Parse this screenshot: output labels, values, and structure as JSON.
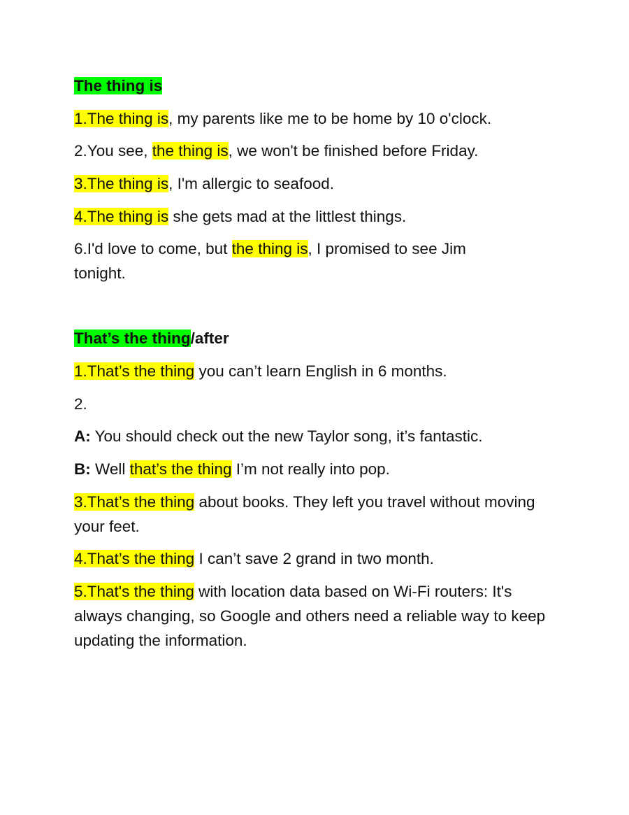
{
  "section1": {
    "heading": "The thing is",
    "items": [
      {
        "hl": "1.The thing is",
        "rest": ", my parents like me to be home by 10 o'clock."
      },
      {
        "pre": "2.You see, ",
        "hl": "the thing is",
        "rest": ", we won't be finished before Friday."
      },
      {
        "hl": "3.The thing is",
        "rest": ", I'm allergic to seafood."
      },
      {
        "hl": "4.The thing is",
        "rest": " she gets mad at the littlest things."
      },
      {
        "pre": "6.I'd love to come, but ",
        "hl": "the thing is",
        "rest": ", I promised to see Jim tonight."
      }
    ]
  },
  "section2": {
    "heading_hl": "That’s the thing",
    "heading_rest": "/after",
    "item1": {
      "hl": "1.That’s the thing",
      "rest": " you can’t learn English in 6 months."
    },
    "item2_number": "2.",
    "dialogue_a": {
      "speaker": "A:",
      "text": " You should check out the new Taylor song, it’s fantastic."
    },
    "dialogue_b": {
      "speaker": "B:",
      "pre": " Well ",
      "hl": "that’s the thing",
      "rest": " I’m not really into pop."
    },
    "item3": {
      "hl": "3.That’s the thing",
      "rest": " about books. They left you travel without moving your feet."
    },
    "item4": {
      "hl": "4.That’s the thing",
      "rest": " I can’t save 2 grand in two month."
    },
    "item5": {
      "hl": "5.That's the thing",
      "rest": " with location data based on Wi-Fi routers: It's always changing, so Google and others need a reliable way to keep updating the information."
    }
  }
}
